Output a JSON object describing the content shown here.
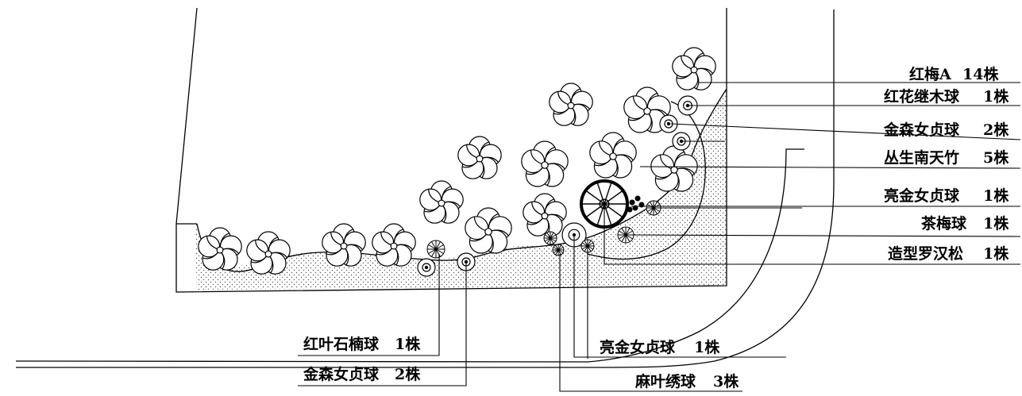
{
  "drawing": {
    "line_color": "#000000",
    "hatch_color": "#555555",
    "background": "#ffffff"
  },
  "right_legend": [
    {
      "name": "红梅A",
      "qty": "14株"
    },
    {
      "name": "红花继木球",
      "qty": "1株"
    },
    {
      "name": "金森女贞球",
      "qty": "2株"
    },
    {
      "name": "丛生南天竹",
      "qty": "5株"
    },
    {
      "name": "亮金女贞球",
      "qty": "1株"
    },
    {
      "name": "茶梅球",
      "qty": "1株"
    },
    {
      "name": "造型罗汉松",
      "qty": "1株"
    }
  ],
  "bottom_labels": [
    {
      "name": "红叶石楠球",
      "qty": "1株"
    },
    {
      "name": "金森女贞球",
      "qty": "2株"
    },
    {
      "name": "亮金女贞球",
      "qty": "1株"
    },
    {
      "name": "麻叶绣球",
      "qty": "3株"
    }
  ]
}
